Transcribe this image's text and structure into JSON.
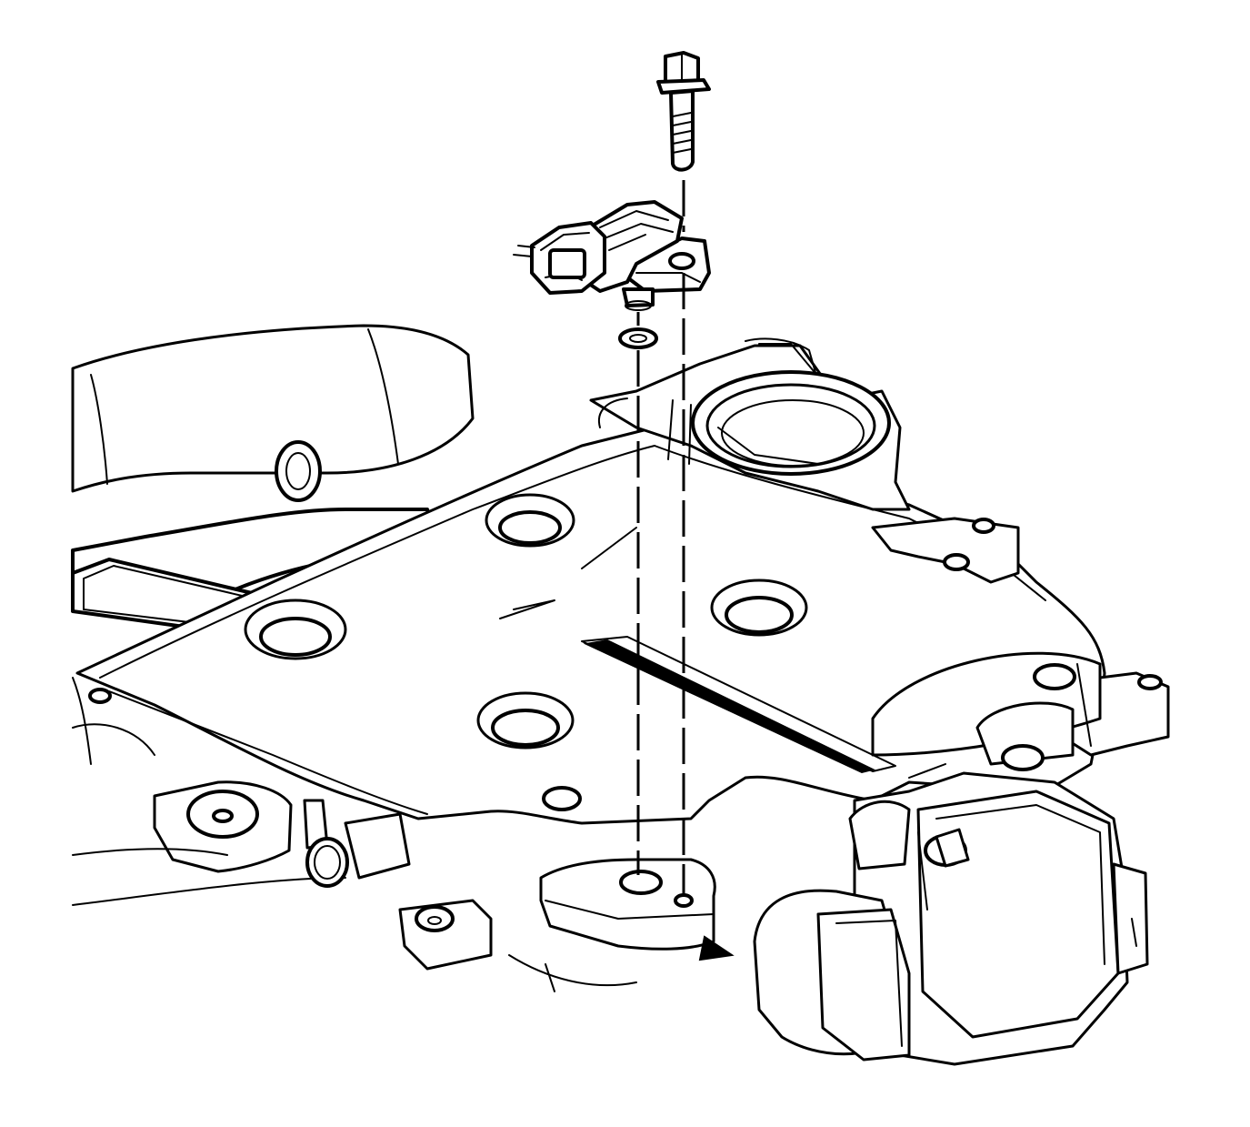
{
  "diagram": {
    "components": [
      "bolt",
      "sensor",
      "o-ring-seal",
      "intake-manifold",
      "throttle-body"
    ],
    "colors": {
      "line": "#000000",
      "fill": "#ffffff"
    }
  }
}
